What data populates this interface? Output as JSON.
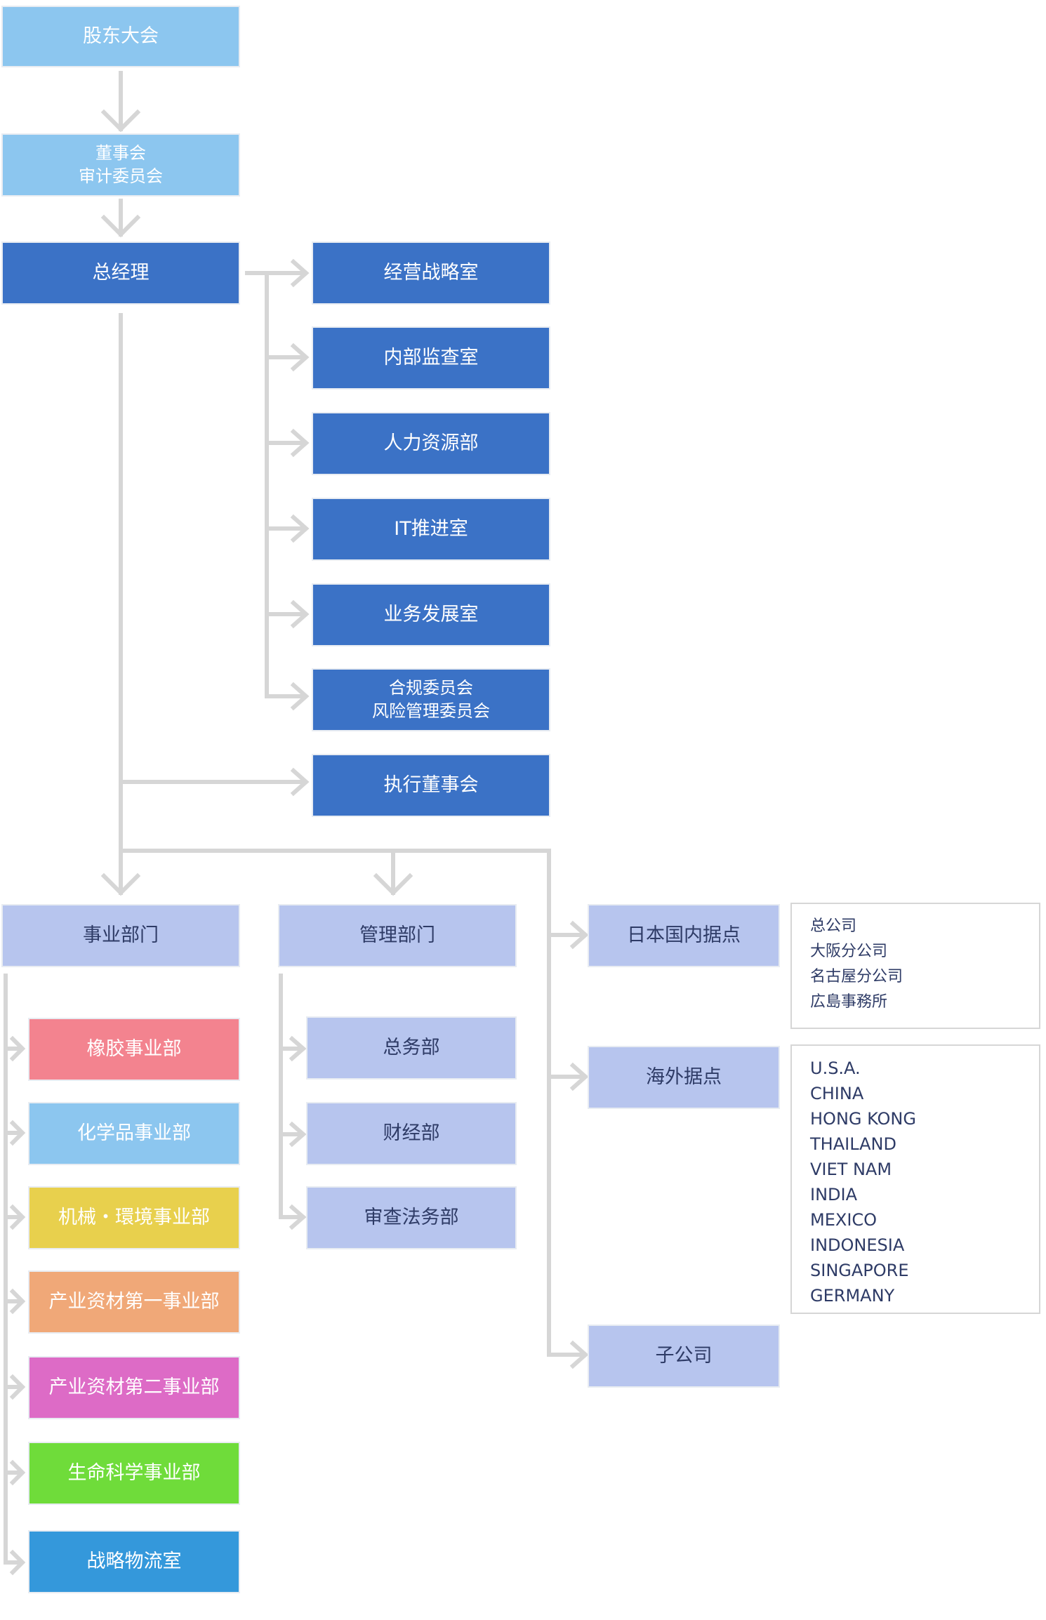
{
  "top": {
    "shareholders": "股东大会",
    "board_line1": "董事会",
    "board_line2": "审计委员会",
    "gm": "总经理"
  },
  "staff": [
    "经营战略室",
    "内部监查室",
    "人力资源部",
    "IT推进室",
    "业务发展室"
  ],
  "compliance_line1": "合规委员会",
  "compliance_line2": "风险管理委员会",
  "exec_board": "执行董事会",
  "divisions_header": "事业部门",
  "divisions": [
    "橡胶事业部",
    "化学品事业部",
    "机械・環境事业部",
    "产业资材第一事业部",
    "产业资材第二事业部",
    "生命科学事业部",
    "战略物流室"
  ],
  "admin_header": "管理部门",
  "admin": [
    "总务部",
    "财经部",
    "审查法务部"
  ],
  "bases": {
    "domestic": "日本国内据点",
    "overseas": "海外据点",
    "subsidiary": "子公司"
  },
  "domestic_list": [
    "总公司",
    "大阪分公司",
    "名古屋分公司",
    "広島事務所"
  ],
  "overseas_list": [
    "U.S.A.",
    "CHINA",
    "HONG KONG",
    "THAILAND",
    "VIET NAM",
    "INDIA",
    "MEXICO",
    "INDONESIA",
    "SINGAPORE",
    "GERMANY"
  ],
  "colors": {
    "dark": "#3b72c6",
    "light_blue": "#8cc6ef",
    "periwinkle": "#b7c5ee",
    "connector": "#d6d6d6"
  }
}
